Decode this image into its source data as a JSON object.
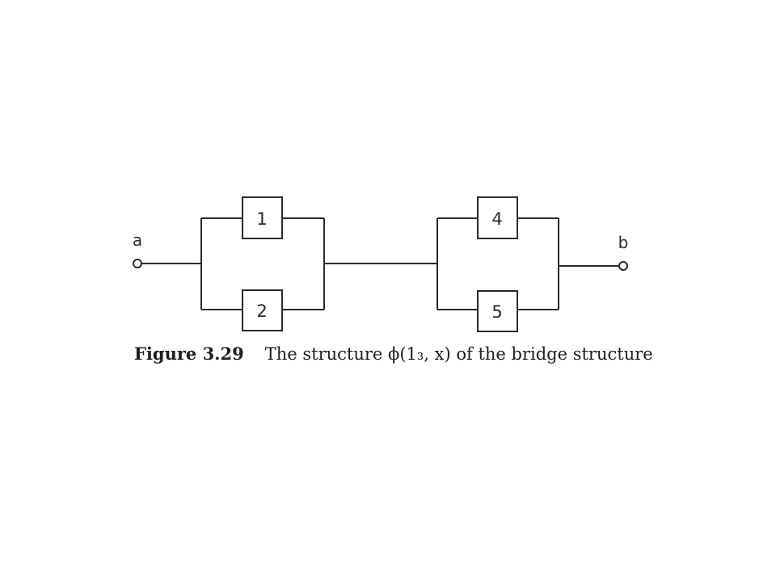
{
  "diagram": {
    "terminals": {
      "input_label": "a",
      "output_label": "b"
    },
    "components": [
      {
        "id": "1",
        "label": "1"
      },
      {
        "id": "2",
        "label": "2"
      },
      {
        "id": "4",
        "label": "4"
      },
      {
        "id": "5",
        "label": "5"
      }
    ],
    "connections": [
      [
        "a",
        "parallel-1-2"
      ],
      [
        "parallel-1-2",
        "parallel-4-5"
      ],
      [
        "parallel-4-5",
        "b"
      ]
    ]
  },
  "caption": {
    "figure_number": "Figure 3.29",
    "text": "The structure ϕ(1₃, x) of the bridge structure"
  },
  "colors": {
    "line": "#2a2a2a",
    "background": "#ffffff"
  }
}
